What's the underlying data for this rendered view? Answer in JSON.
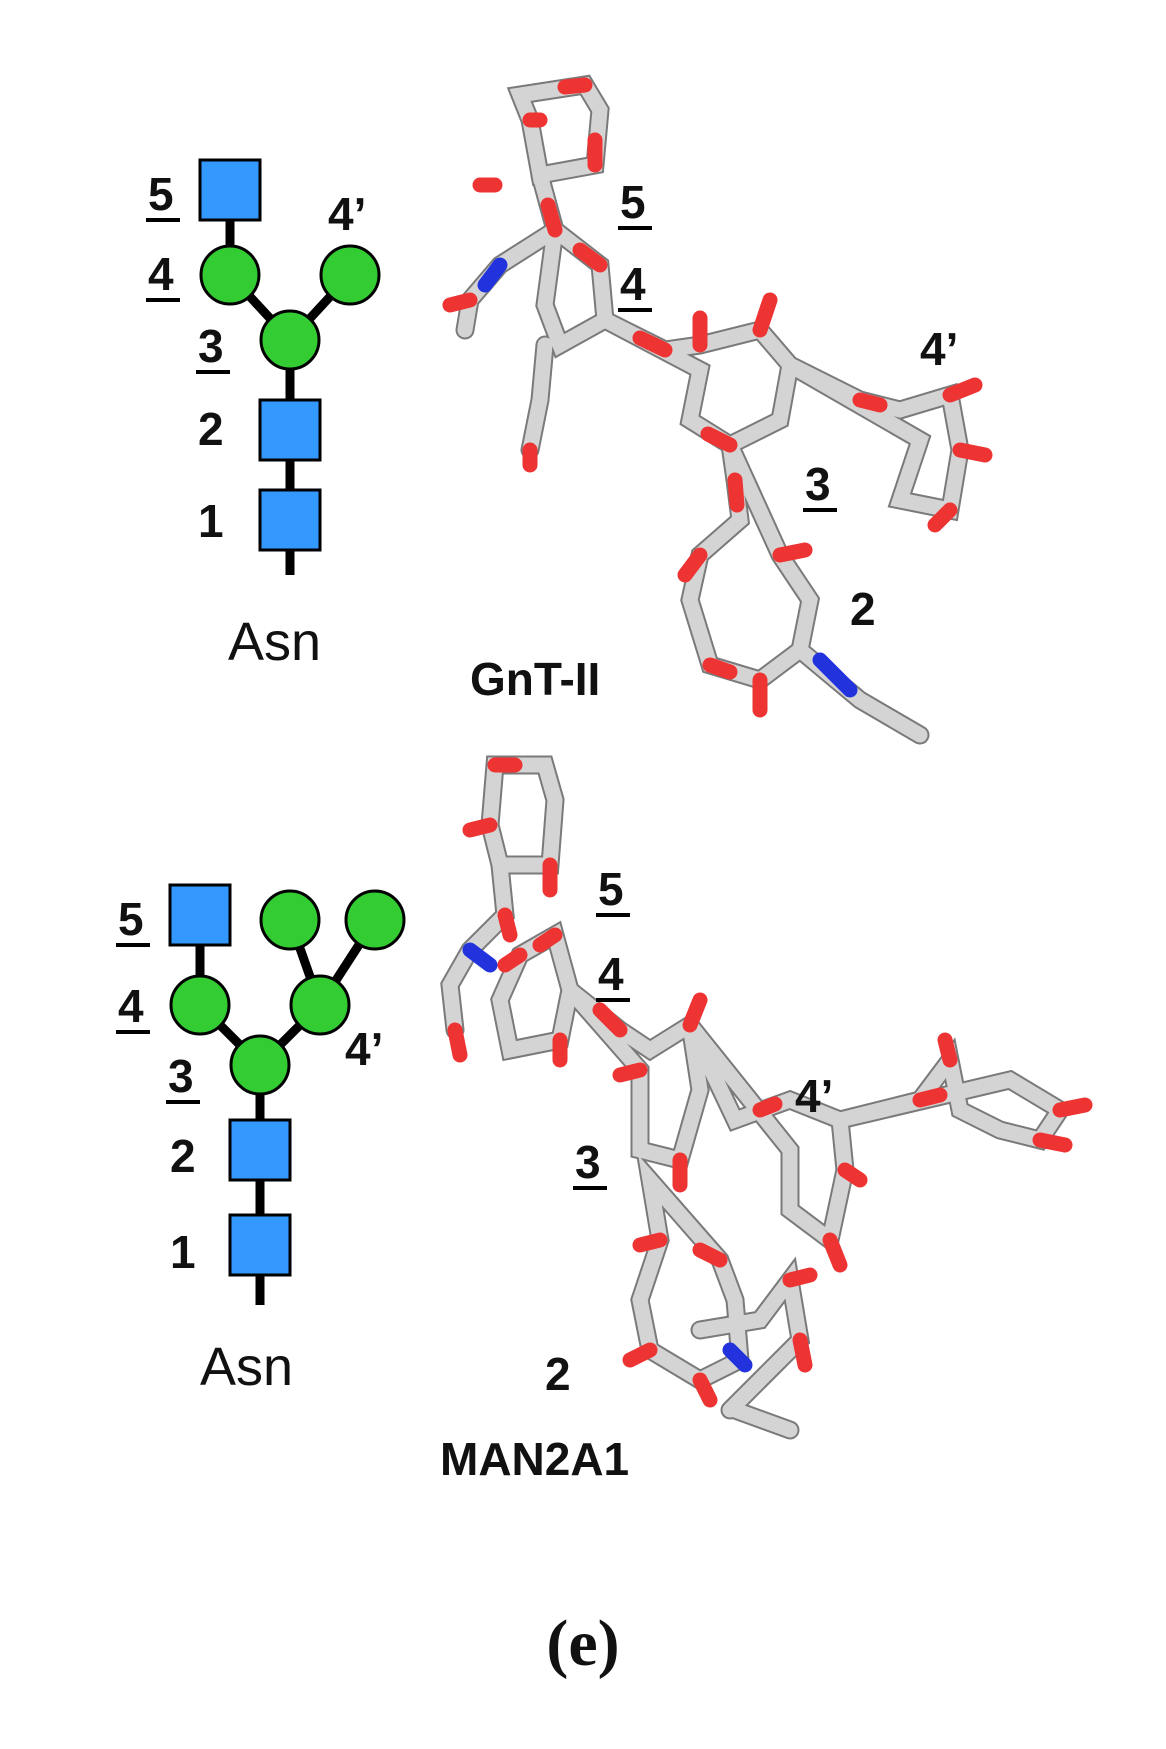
{
  "figure": {
    "panel_label": "(e)",
    "glycan_top": {
      "residue_labels": [
        "5",
        "4",
        "4’",
        "3",
        "2",
        "1"
      ],
      "root_label": "Asn"
    },
    "glycan_bottom": {
      "residue_labels": [
        "5",
        "4",
        "4’",
        "3",
        "2",
        "1"
      ],
      "root_label": "Asn"
    },
    "structure_top": {
      "enzyme": "GnT-II",
      "residue_labels": [
        "5",
        "4",
        "4’",
        "3",
        "2"
      ]
    },
    "structure_bottom": {
      "enzyme": "MAN2A1",
      "residue_labels": [
        "5",
        "4",
        "4’",
        "3",
        "2"
      ]
    }
  },
  "colors": {
    "glcnac_square": "#3399ff",
    "mannose_circle": "#33cc33",
    "carbon": "#d4d4d4",
    "oxygen": "#ee3333",
    "nitrogen": "#2233dd"
  }
}
